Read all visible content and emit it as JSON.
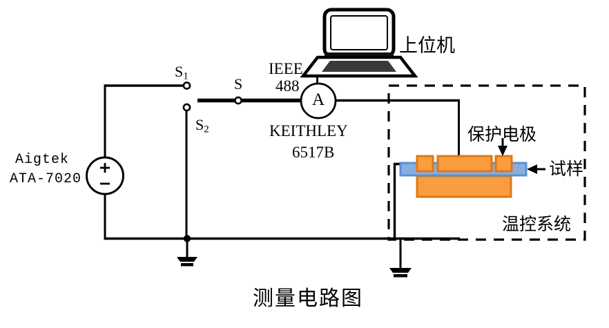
{
  "figure": {
    "caption": "测量电路图",
    "colors": {
      "wire": "#000000",
      "electrode_fill": "#F99D3E",
      "electrode_border": "#E07712",
      "sample_fill": "#87AEE0",
      "sample_border": "#5B8FD4",
      "laptop_screen_fill": "#3A3A3A",
      "background": "#FFFFFF"
    }
  },
  "source": {
    "name_line1": "Aigtek",
    "name_line2": "ATA-7020",
    "plus_sign": "+",
    "minus_sign": "−"
  },
  "switches": {
    "s1_label": "S",
    "s1_sub": "1",
    "s2_label": "S",
    "s2_sub": "2",
    "s_label": "S"
  },
  "meter": {
    "symbol": "A",
    "brand_line1": "KEITHLEY",
    "brand_line2": "6517B",
    "bus_line1": "IEEE",
    "bus_line2": "488"
  },
  "computer": {
    "label": "上位机",
    "icon": "laptop-icon"
  },
  "chamber": {
    "label": "温控系统",
    "border_style": "dashed"
  },
  "specimen": {
    "guard_electrode_label": "保护电极",
    "sample_label": "试样",
    "guard_arrow": "arrow-down-icon",
    "sample_arrow": "arrow-left-icon"
  },
  "grounds": {
    "left_ground": "ground-icon",
    "right_ground": "ground-icon"
  }
}
